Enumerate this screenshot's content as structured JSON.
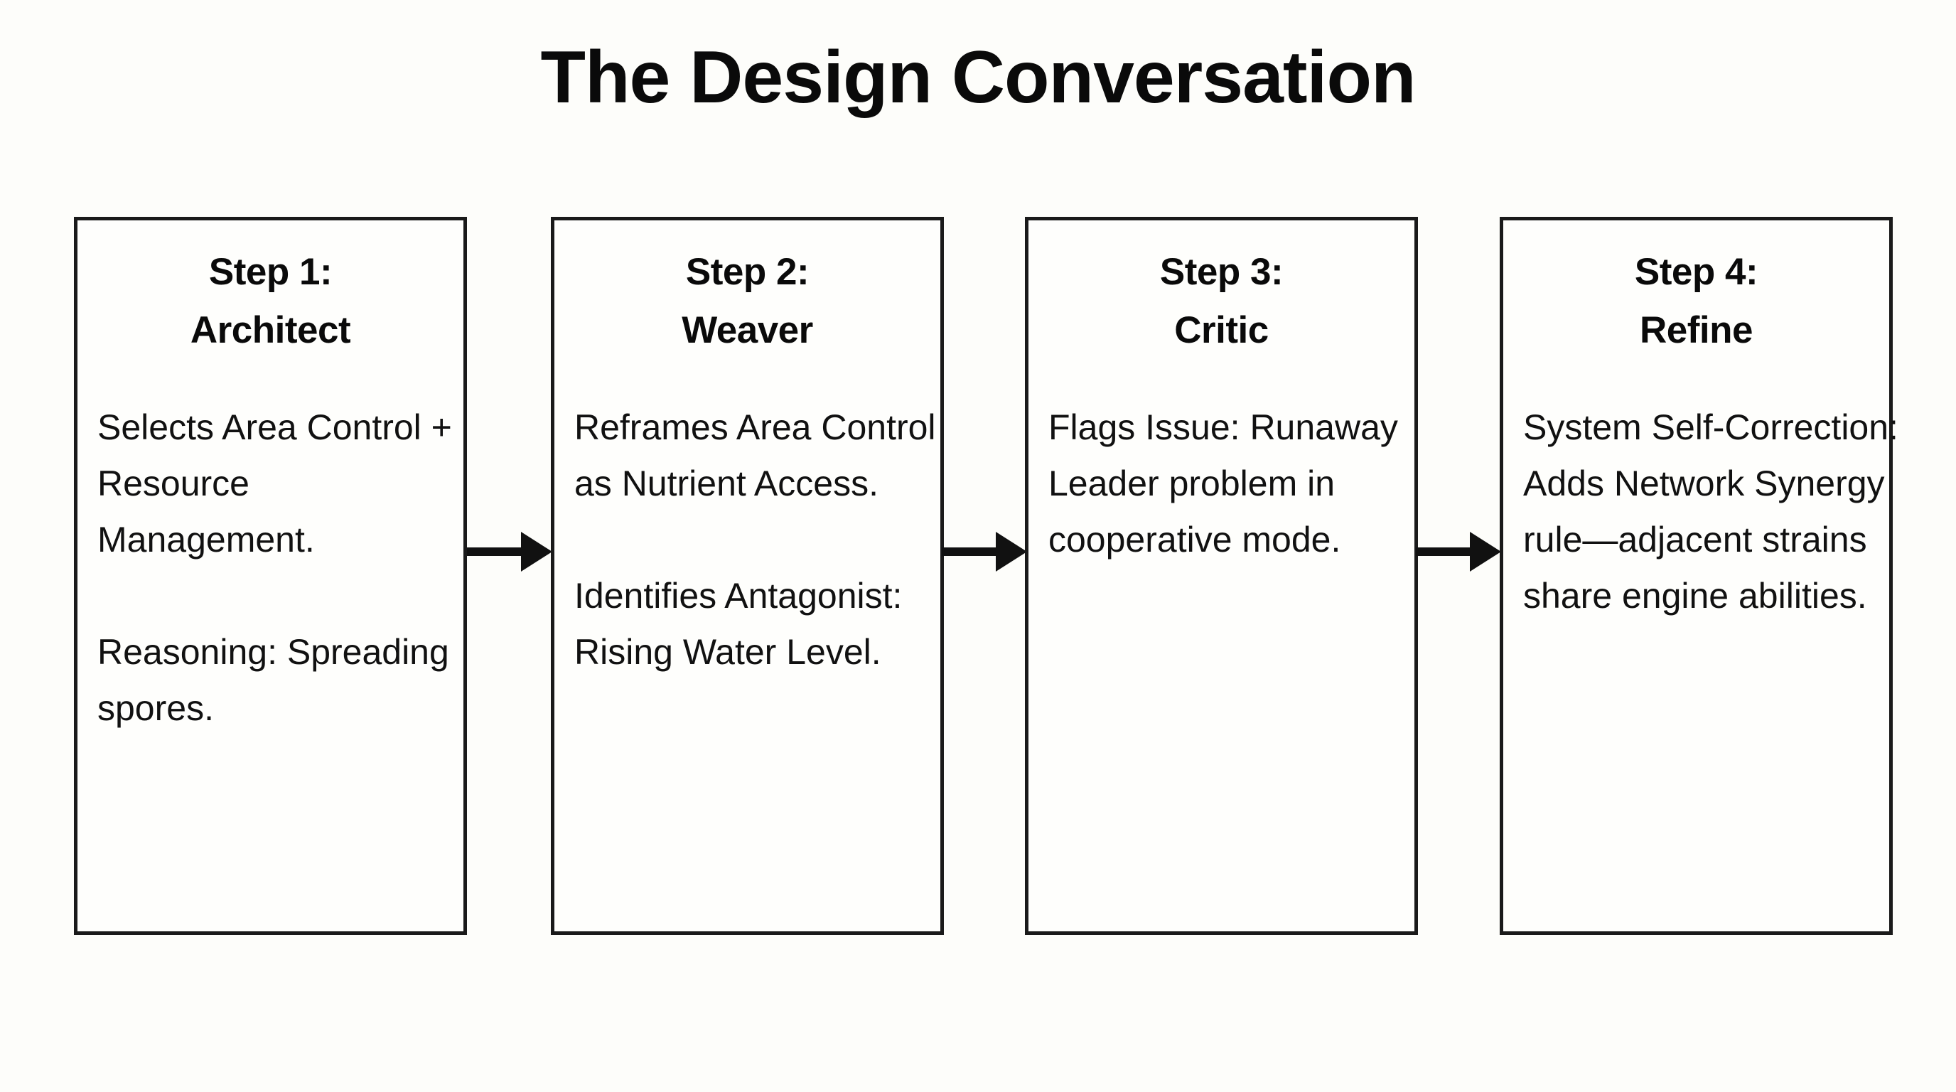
{
  "title": "The Design Conversation",
  "diagram": {
    "type": "flowchart",
    "orientation": "horizontal",
    "background_color": "#fdfdfa",
    "border_color": "#1a1a1a",
    "text_color": "#111111",
    "connector": "arrow-right",
    "steps": [
      {
        "header": "Step 1:\nArchitect",
        "step_label": "Step 1:",
        "role": "Architect",
        "paragraphs": [
          "Selects Area Control + Resource Management.",
          "Reasoning: Spreading spores."
        ],
        "body": "Selects Area Control + Resource Management.\n\nReasoning: Spreading spores."
      },
      {
        "header": "Step 2:\nWeaver",
        "step_label": "Step 2:",
        "role": "Weaver",
        "paragraphs": [
          "Reframes Area Control as Nutrient Access.",
          "Identifies Antagonist: Rising Water Level."
        ],
        "body": "Reframes Area Control as Nutrient Access.\n\nIdentifies Antagonist: Rising Water Level."
      },
      {
        "header": "Step 3:\nCritic",
        "step_label": "Step 3:",
        "role": "Critic",
        "paragraphs": [
          "Flags Issue: Runaway Leader problem in cooperative mode."
        ],
        "body": "Flags Issue: Runaway Leader problem in cooperative mode."
      },
      {
        "header": "Step 4:\nRefine",
        "step_label": "Step 4:",
        "role": "Refine",
        "paragraphs": [
          "System Self-Correction: Adds Network Synergy rule—adjacent strains share engine abilities."
        ],
        "body": "System Self-Correction: Adds Network Synergy rule—adjacent strains share engine abilities."
      }
    ],
    "arrows": [
      {
        "from": "Step 1: Architect",
        "to": "Step 2: Weaver"
      },
      {
        "from": "Step 2: Weaver",
        "to": "Step 3: Critic"
      },
      {
        "from": "Step 3: Critic",
        "to": "Step 4: Refine"
      }
    ]
  }
}
